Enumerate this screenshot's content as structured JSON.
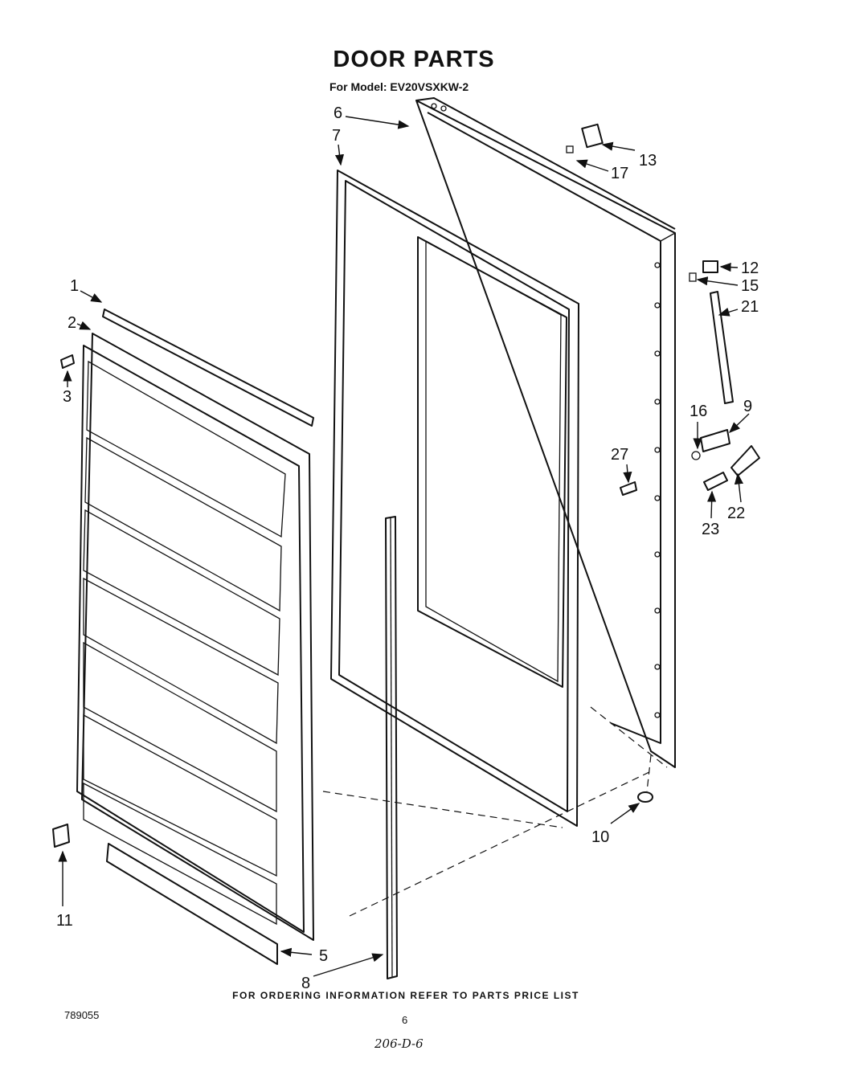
{
  "header": {
    "title": "DOOR PARTS",
    "subtitle": "For Model: EV20VSXKW-2"
  },
  "footer": {
    "ordering_note": "FOR ORDERING INFORMATION REFER TO PARTS PRICE LIST",
    "diagram_code": "789055",
    "page_number": "6",
    "handwritten_ref": "206-D-6"
  },
  "callouts": {
    "c1": "1",
    "c2": "2",
    "c3": "3",
    "c5": "5",
    "c6": "6",
    "c7": "7",
    "c8": "8",
    "c9": "9",
    "c10": "10",
    "c11": "11",
    "c12": "12",
    "c13": "13",
    "c15": "15",
    "c16": "16",
    "c17": "17",
    "c21": "21",
    "c22": "22",
    "c23": "23",
    "c27": "27"
  }
}
